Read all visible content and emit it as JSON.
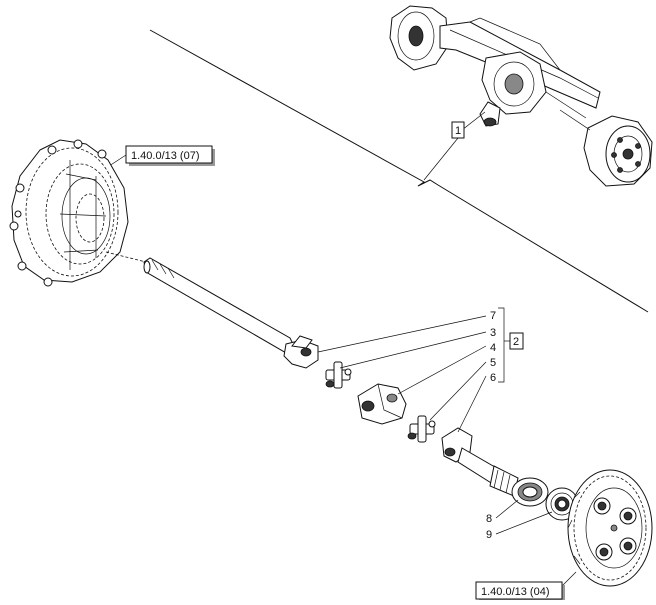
{
  "references": {
    "top": "1.40.0/13 (07)",
    "bottom": "1.40.0/13 (04)"
  },
  "callouts": {
    "assembly": "1",
    "group": "2",
    "part3": "3",
    "part4": "4",
    "part5": "5",
    "part6": "6",
    "part7": "7",
    "part8": "8",
    "part9": "9"
  },
  "icons": {
    "axle": "axle-assembly-icon",
    "hub_housing": "hub-housing-icon",
    "shaft": "axle-shaft-icon",
    "yoke": "yoke-icon",
    "cross": "universal-joint-cross-icon",
    "center": "centering-body-icon",
    "bearing": "bearing-icon",
    "seal": "seal-ring-icon",
    "wheel_hub": "wheel-hub-flange-icon"
  }
}
